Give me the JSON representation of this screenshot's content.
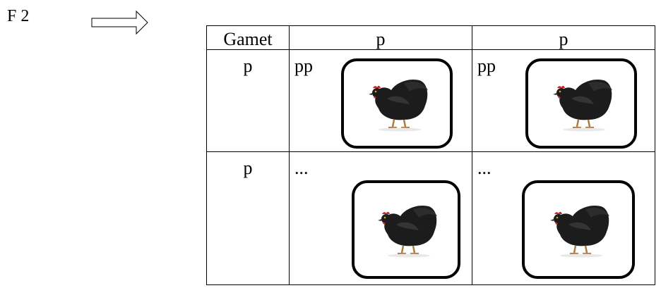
{
  "generation_label": "F 2",
  "arrow_icon": "right-arrow-icon",
  "table": {
    "header": [
      "Gamet",
      "p",
      "p"
    ],
    "rows": [
      {
        "gamete": "p",
        "cells": [
          "pp",
          "pp"
        ]
      },
      {
        "gamete": "p",
        "cells": [
          "...",
          "..."
        ]
      }
    ]
  },
  "image_icon": "black-hen-image",
  "colors": {
    "hen_body": "#1c1c1c",
    "comb": "#c0282a",
    "legs": "#b07a45"
  }
}
